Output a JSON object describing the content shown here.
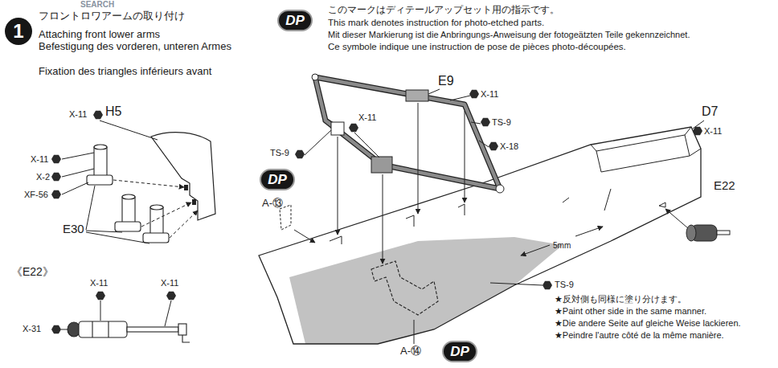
{
  "diagram": {
    "title": "フロントロワアームの取り付け",
    "nodes": [
      {
        "text": [
          "1"
        ]
      },
      {
        "text": [
          "DP"
        ]
      },
      {
        "text": [
          "DP"
        ]
      },
      {
        "text": [
          "DP"
        ]
      }
    ],
    "labels": [
      "SEARCH",
      "Attaching front lower arms",
      "Befestigung des vorderen, unteren Armes",
      "Fixation des triangles inférieurs avant",
      "このマークはディテールアップセット用の指示です。",
      "This mark denotes instruction for photo-etched parts.",
      "Mit dieser Markierung ist die Anbringungs-Anweisung der fotogeätzten Teile gekennzeichnet.",
      "Ce symbole indique une instruction de pose de pièces photo-découpées.",
      "X-11",
      "H5",
      "X-11",
      "X-2",
      "XF-56",
      "E30",
      "《E22》",
      "X-11",
      "X-11",
      "X-31",
      "E9",
      "X-11",
      "X-11",
      "TS-9",
      "X-18",
      "TS-9",
      "A-⑬",
      "D7",
      "X-11",
      "E22",
      "5mm",
      "TS-9",
      "A-⑭",
      "★反対側も同様に塗り分けます。",
      "★Paint other side in the same manner.",
      "★Die andere Seite auf gleiche Weise lackieren.",
      "★Peindre l'autre côté de la même manière."
    ]
  }
}
